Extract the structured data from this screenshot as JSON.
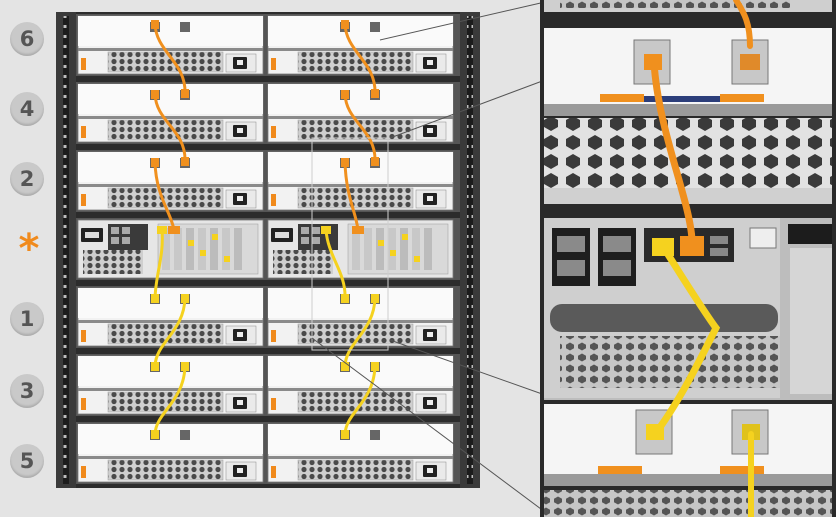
{
  "shelf_labels": [
    "6",
    "4",
    "2",
    "*",
    "1",
    "3",
    "5"
  ],
  "colors": {
    "orange_cable": "#f0901e",
    "yellow_cable": "#f5d21f",
    "accent": "#f08a1c",
    "rack": "#2c2c2c",
    "background": "#e4e4e4"
  },
  "icons": [
    "power-inlet-icon",
    "ethernet-port-icon",
    "sas-port-icon",
    "usb-port-icon"
  ]
}
